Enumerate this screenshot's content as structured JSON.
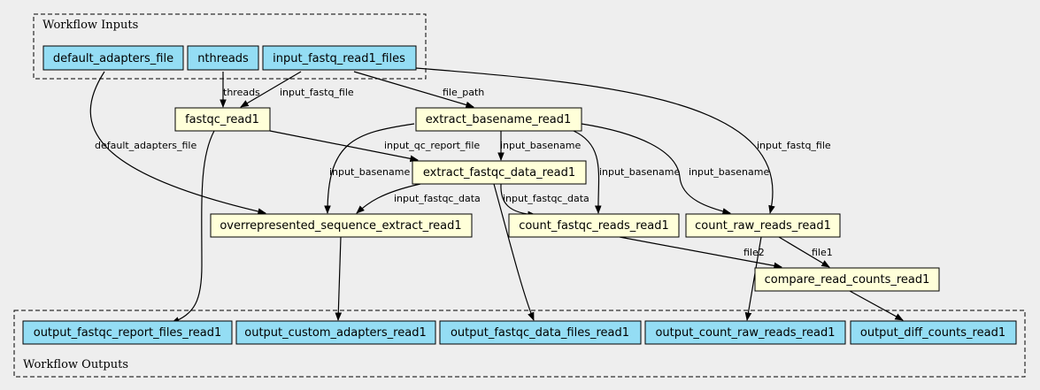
{
  "clusters": {
    "inputs_label": "Workflow Inputs",
    "outputs_label": "Workflow Outputs"
  },
  "nodes": {
    "default_adapters_file": "default_adapters_file",
    "nthreads": "nthreads",
    "input_fastq_read1_files": "input_fastq_read1_files",
    "fastqc_read1": "fastqc_read1",
    "extract_basename_read1": "extract_basename_read1",
    "extract_fastqc_data_read1": "extract_fastqc_data_read1",
    "overrepresented_sequence_extract_read1": "overrepresented_sequence_extract_read1",
    "count_fastqc_reads_read1": "count_fastqc_reads_read1",
    "count_raw_reads_read1": "count_raw_reads_read1",
    "compare_read_counts_read1": "compare_read_counts_read1",
    "output_fastqc_report_files_read1": "output_fastqc_report_files_read1",
    "output_custom_adapters_read1": "output_custom_adapters_read1",
    "output_fastqc_data_files_read1": "output_fastqc_data_files_read1",
    "output_count_raw_reads_read1": "output_count_raw_reads_read1",
    "output_diff_counts_read1": "output_diff_counts_read1"
  },
  "edge_labels": {
    "threads": "threads",
    "input_fastq_file_1": "input_fastq_file",
    "file_path": "file_path",
    "input_fastq_file_2": "input_fastq_file",
    "default_adapters_file": "default_adapters_file",
    "input_qc_report_file": "input_qc_report_file",
    "input_basename_1": "input_basename",
    "input_basename_2": "input_basename",
    "input_basename_3": "input_basename",
    "input_basename_4": "input_basename",
    "input_fastqc_data_1": "input_fastqc_data",
    "input_fastqc_data_2": "input_fastqc_data",
    "file2": "file2",
    "file1": "file1"
  },
  "colors": {
    "input_fill": "#94ddf4",
    "step_fill": "#ffffd9",
    "background": "#eeeeee"
  }
}
